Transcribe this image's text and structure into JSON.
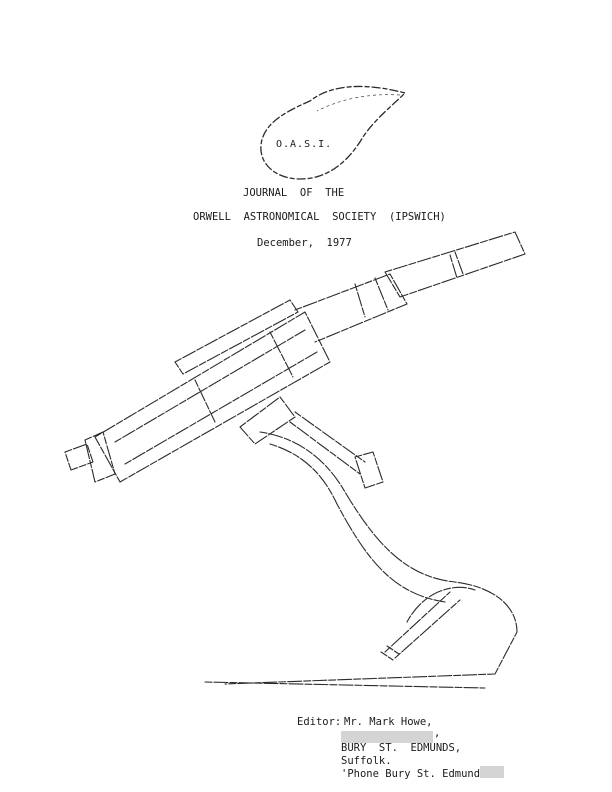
{
  "header": {
    "logo_text": "O.A.S.I.",
    "journal_line1": "JOURNAL  OF  THE",
    "journal_line2": "ORWELL  ASTRONOMICAL  SOCIETY  (IPSWICH)",
    "date": "December,  1977"
  },
  "editor": {
    "label": "Editor:",
    "name": "Mr. Mark Howe,",
    "address_comma": ",",
    "town": "BURY  ST.  EDMUNDS,",
    "county": "Suffolk.",
    "phone": "'Phone Bury St. Edmunds"
  },
  "colors": {
    "ink": "#1a1a1a",
    "redaction": "#d4d4d4"
  }
}
